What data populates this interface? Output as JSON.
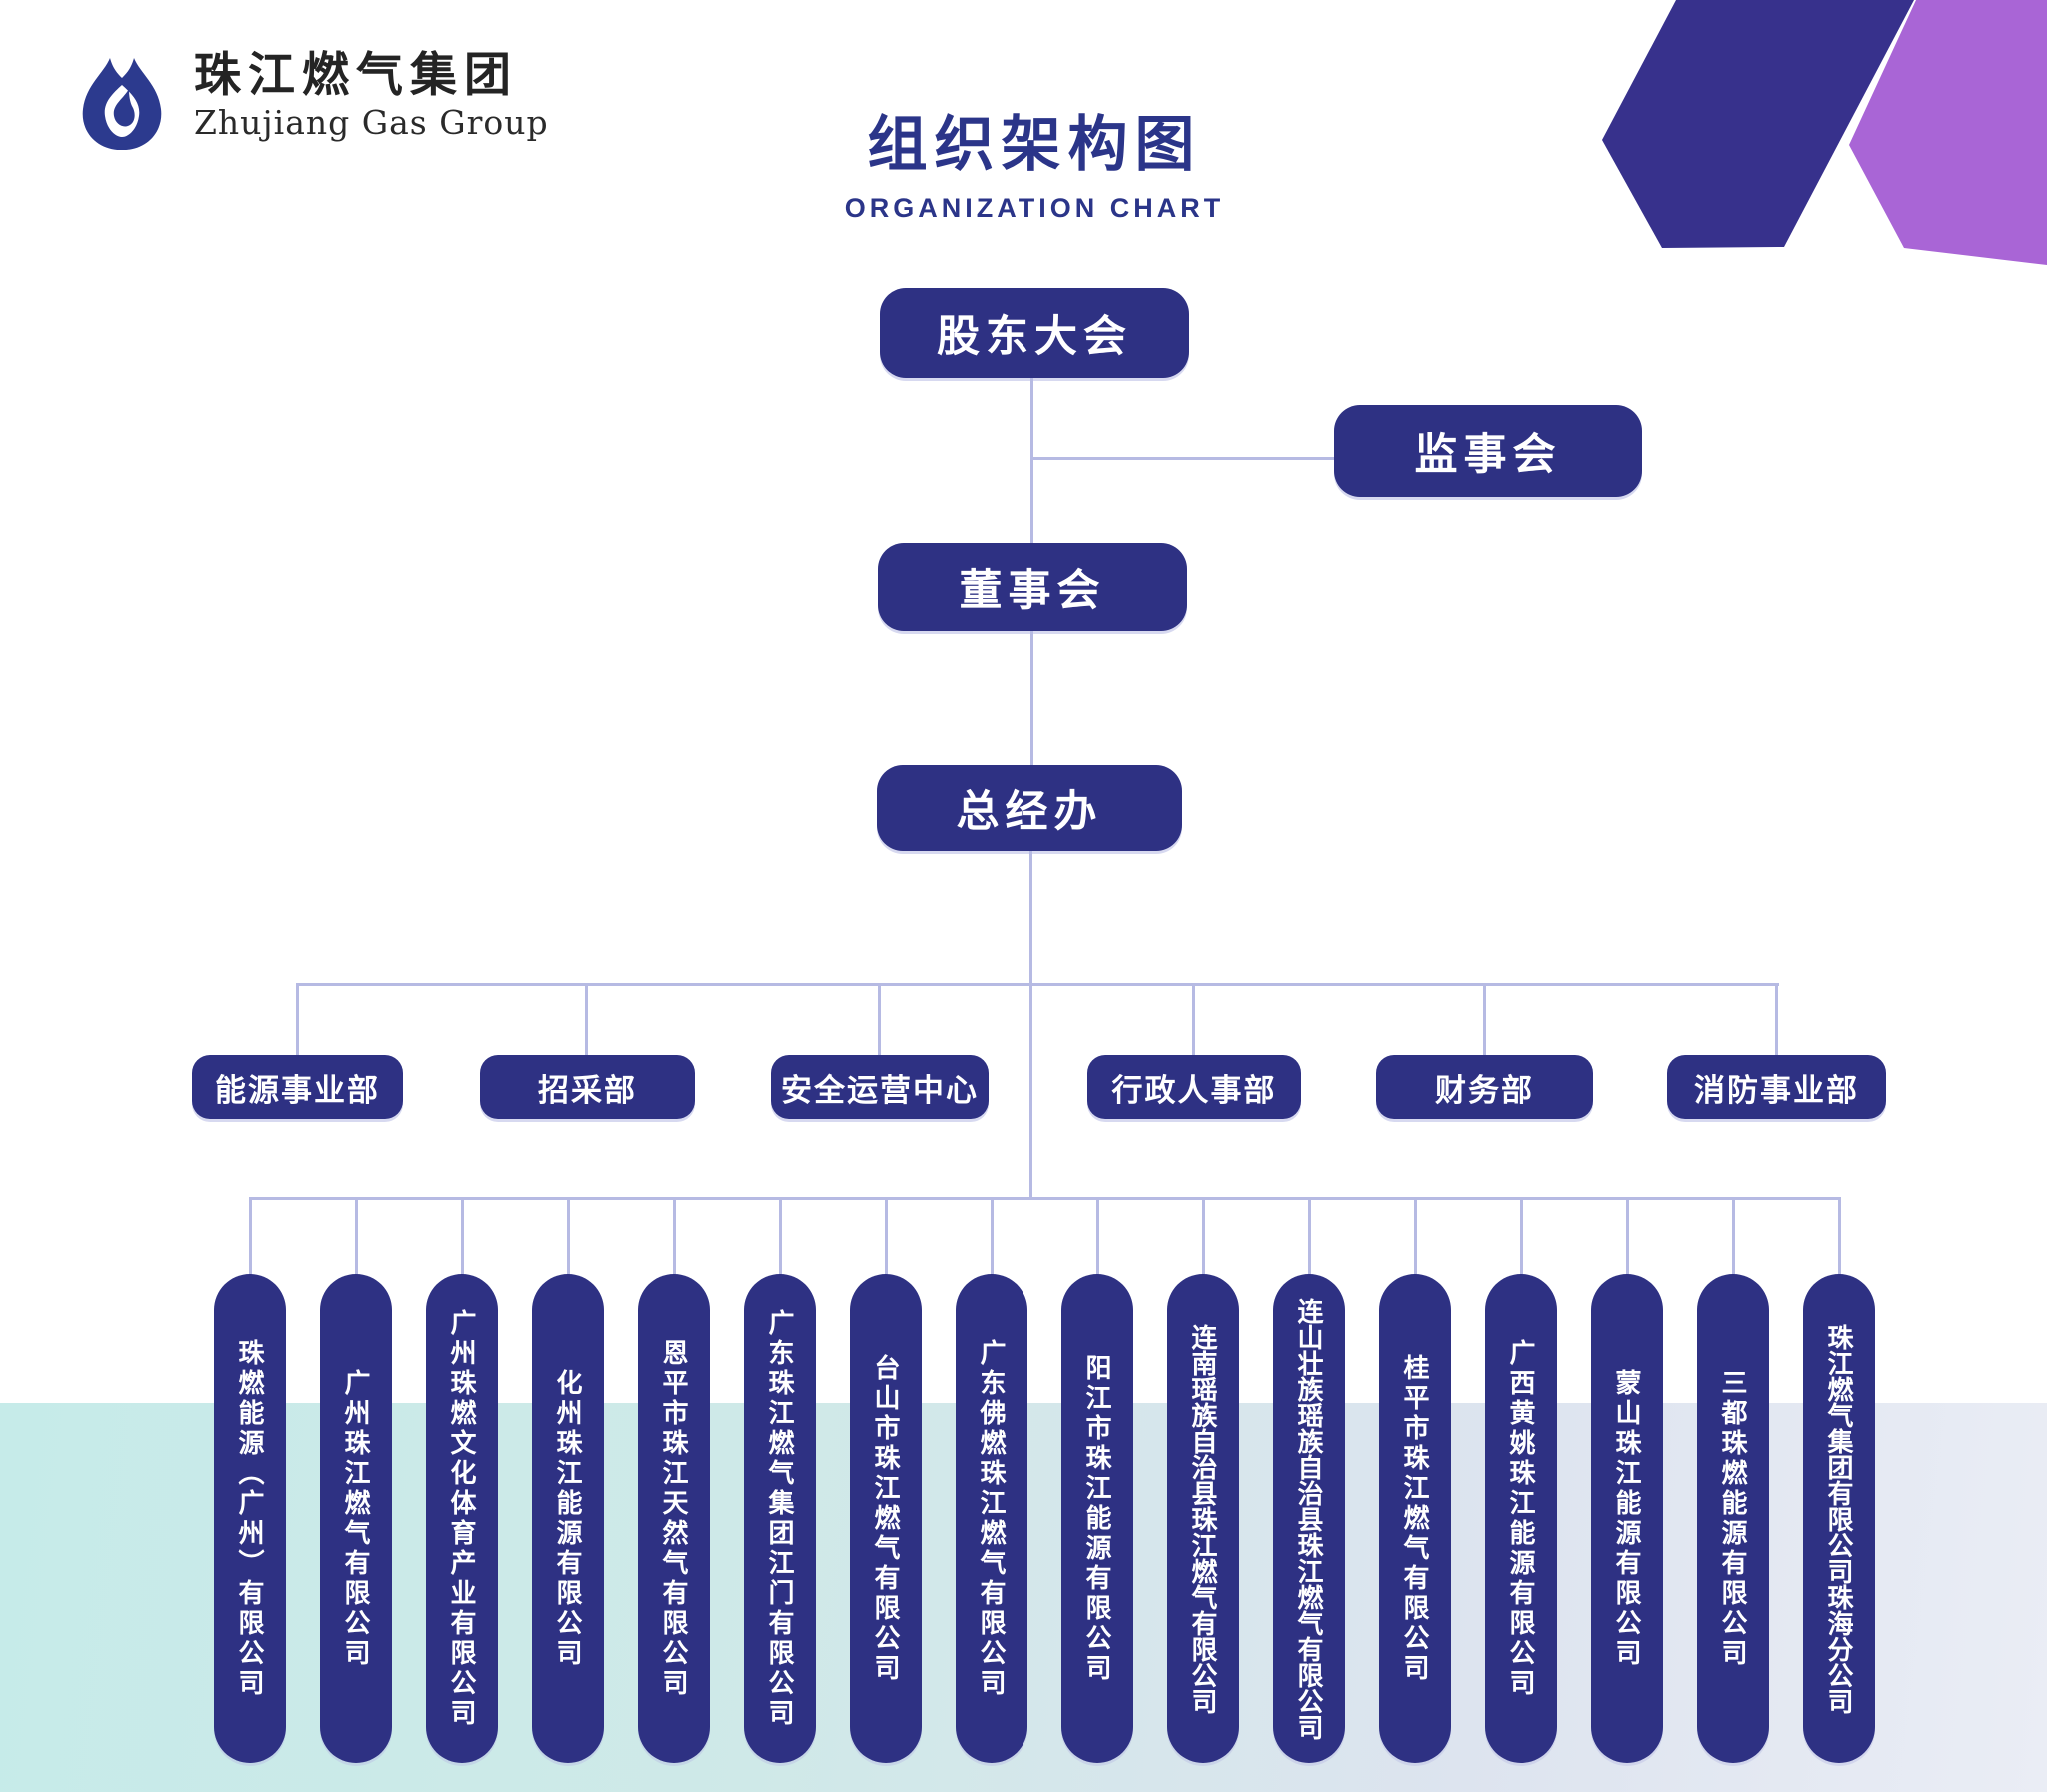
{
  "logo": {
    "name_zh": "珠江燃气集团",
    "name_en": "Zhujiang Gas Group"
  },
  "header": {
    "title_zh": "组织架构图",
    "title_en": "ORGANIZATION CHART"
  },
  "nodes": {
    "shareholders": "股东大会",
    "supervisory_board": "监事会",
    "board_of_directors": "董事会",
    "gm_office": "总经办"
  },
  "departments": [
    "能源事业部",
    "招采部",
    "安全运营中心",
    "行政人事部",
    "财务部",
    "消防事业部"
  ],
  "subsidiaries": [
    "珠燃能源（广州）有限公司",
    "广州珠江燃气有限公司",
    "广州珠燃文化体育产业有限公司",
    "化州珠江能源有限公司",
    "恩平市珠江天然气有限公司",
    "广东珠江燃气集团江门有限公司",
    "台山市珠江燃气有限公司",
    "广东佛燃珠江燃气有限公司",
    "阳江市珠江能源有限公司",
    "连南瑶族自治县珠江燃气有限公司",
    "连山壮族瑶族自治县珠江燃气有限公司",
    "桂平市珠江燃气有限公司",
    "广西黄姚珠江能源有限公司",
    "蒙山珠江能源有限公司",
    "三都珠燃能源有限公司",
    "珠江燃气集团有限公司珠海分公司"
  ],
  "colors": {
    "node_bg": "#2e3183",
    "connector": "#b6bae3",
    "title_text": "#2b3589",
    "hex_dark": "#37318c",
    "hex_purple": "#a965d6",
    "band_left": "#c6ebe9",
    "band_right": "#eaedf5"
  }
}
